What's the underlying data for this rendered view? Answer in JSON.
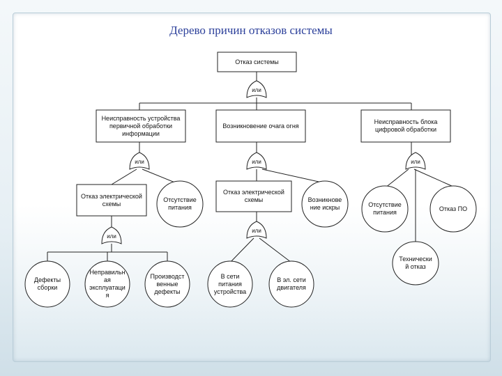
{
  "title": "Дерево причин отказов системы",
  "gate_label": "или",
  "nodes": {
    "top": "Отказ системы",
    "l1_left": "Неисправность устройства первичной обработки информации",
    "l1_mid": "Возникновение очага огня",
    "l1_right": "Неисправность блока цифровой обработки",
    "l2_elec_scheme": "Отказ электрической схемы",
    "l2_no_power_left": "Отсутствие питания",
    "l2_elec_scheme_mid": "Отказ электрической схемы",
    "l2_spark": "Возникновение искры",
    "l2_no_power_right": "Отсутствие питания",
    "l2_software": "Отказ ПО",
    "l3_assembly": "Дефекты сборки",
    "l3_misuse": "Неправильная эксплуатация",
    "l3_manufacturing": "Производственные дефекты",
    "l3_power_net": "В сети питания устройства",
    "l3_motor_net": "В эл. сети двигателя",
    "l3_technical": "Технический отказ"
  }
}
